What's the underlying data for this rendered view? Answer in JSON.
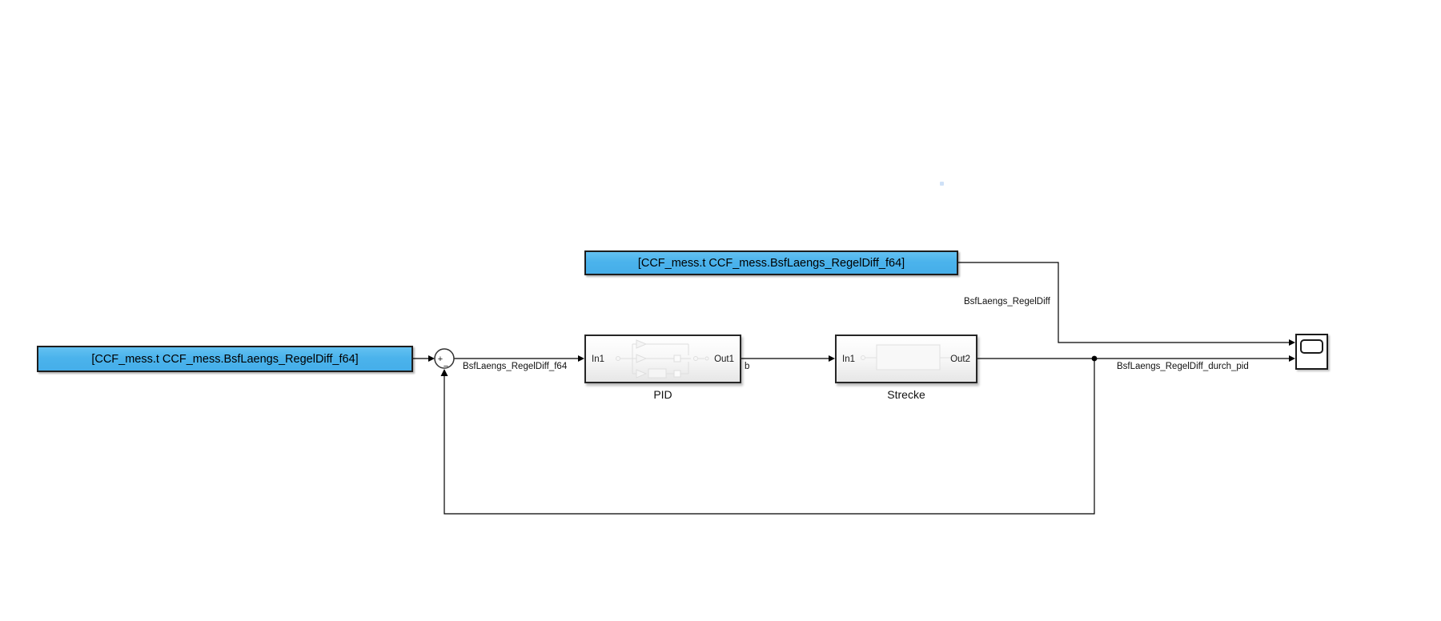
{
  "colors": {
    "background": "#ffffff",
    "from_block_blue": "#4BB3EC",
    "block_border": "#1d1d1d",
    "wire": "#000000",
    "annotation_dot": "#cfe1f7"
  },
  "blocks": {
    "from_left": {
      "label": "[CCF_mess.t CCF_mess.BsfLaengs_RegelDiff_f64]"
    },
    "from_top": {
      "label": "[CCF_mess.t CCF_mess.BsfLaengs_RegelDiff_f64]"
    },
    "sum": {
      "plus": "+",
      "minus": "−"
    },
    "pid": {
      "name": "PID",
      "in_port": "In1",
      "out_port": "Out1"
    },
    "strecke": {
      "name": "Strecke",
      "in_port": "In1",
      "out_port": "Out2"
    }
  },
  "signals": {
    "setpoint_label": "BsfLaengs_RegelDiff_f64",
    "pid_output_label": "b",
    "reference_label": "BsfLaengs_RegelDiff",
    "plant_output_label": "BsfLaengs_RegelDiff_durch_pid"
  }
}
